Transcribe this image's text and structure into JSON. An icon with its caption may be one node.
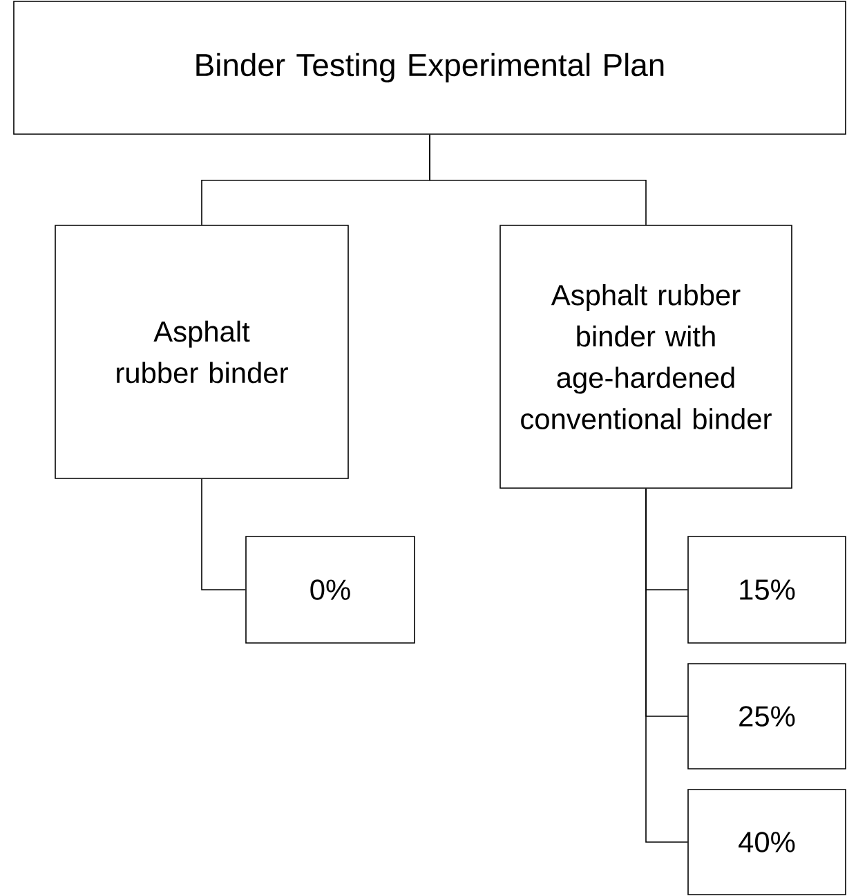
{
  "diagram": {
    "nodes": [
      {
        "text": [
          "Binder Testing Experimental Plan"
        ]
      },
      {
        "text": [
          "Asphalt rubber binder"
        ]
      },
      {
        "text": [
          "Asphalt rubber binder with age-hardened conventional binder"
        ]
      },
      {
        "text": [
          "0%"
        ]
      },
      {
        "text": [
          "15%"
        ]
      },
      {
        "text": [
          "25%"
        ]
      },
      {
        "text": [
          "40%"
        ]
      }
    ],
    "edges": [
      {
        "from": 0,
        "to": 1,
        "arrow": "none"
      },
      {
        "from": 0,
        "to": 2,
        "arrow": "none"
      },
      {
        "from": 1,
        "to": 3,
        "arrow": "none"
      },
      {
        "from": 2,
        "to": 4,
        "arrow": "none"
      },
      {
        "from": 2,
        "to": 5,
        "arrow": "none"
      },
      {
        "from": 2,
        "to": 6,
        "arrow": "none"
      }
    ]
  }
}
